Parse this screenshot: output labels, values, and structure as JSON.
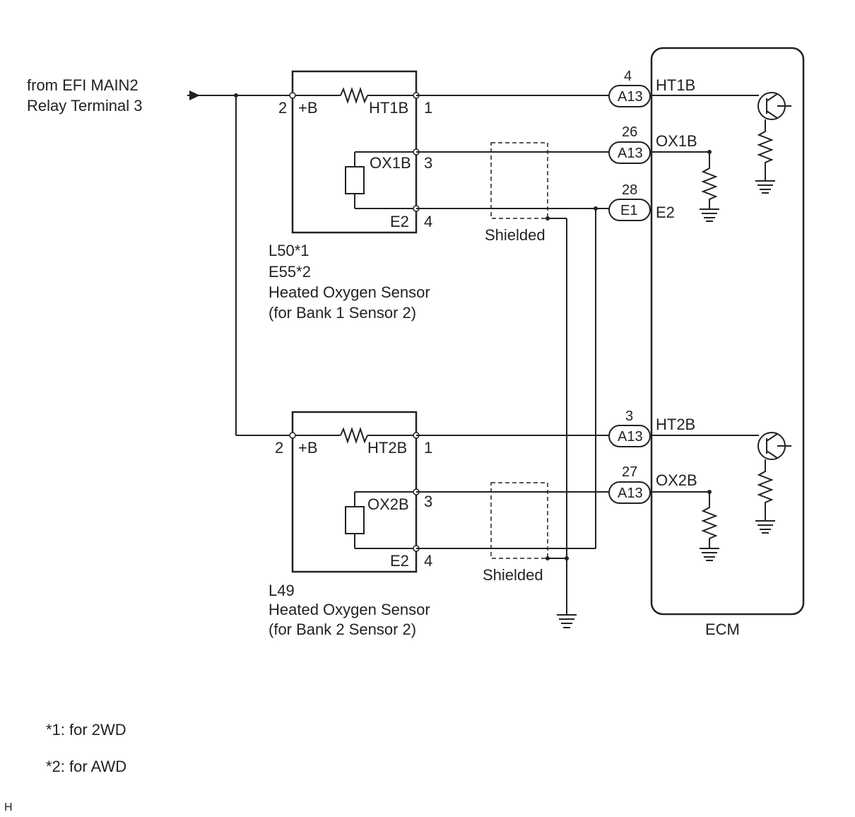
{
  "source": {
    "line1": "from EFI MAIN2",
    "line2": "Relay Terminal 3"
  },
  "sensor1": {
    "pins": {
      "b_num": "2",
      "b_name": "+B",
      "ht_num": "1",
      "ht_name": "HT1B",
      "ox_num": "3",
      "ox_name": "OX1B",
      "e2_num": "4",
      "e2_name": "E2"
    },
    "code1": "L50*1",
    "code2": "E55*2",
    "name": "Heated Oxygen Sensor",
    "desc": "(for Bank 1 Sensor 2)",
    "shield": "Shielded"
  },
  "sensor2": {
    "pins": {
      "b_num": "2",
      "b_name": "+B",
      "ht_num": "1",
      "ht_name": "HT2B",
      "ox_num": "3",
      "ox_name": "OX2B",
      "e2_num": "4",
      "e2_name": "E2"
    },
    "code1": "L49",
    "name": "Heated Oxygen Sensor",
    "desc": "(for Bank 2 Sensor 2)",
    "shield": "Shielded"
  },
  "ecm": {
    "label": "ECM",
    "terminals": [
      {
        "pin": "4",
        "connector": "A13",
        "signal": "HT1B"
      },
      {
        "pin": "26",
        "connector": "A13",
        "signal": "OX1B"
      },
      {
        "pin": "28",
        "connector": "E1",
        "signal": "E2"
      },
      {
        "pin": "3",
        "connector": "A13",
        "signal": "HT2B"
      },
      {
        "pin": "27",
        "connector": "A13",
        "signal": "OX2B"
      }
    ]
  },
  "notes": [
    "*1: for 2WD",
    "*2: for AWD"
  ],
  "corner_mark": "H"
}
